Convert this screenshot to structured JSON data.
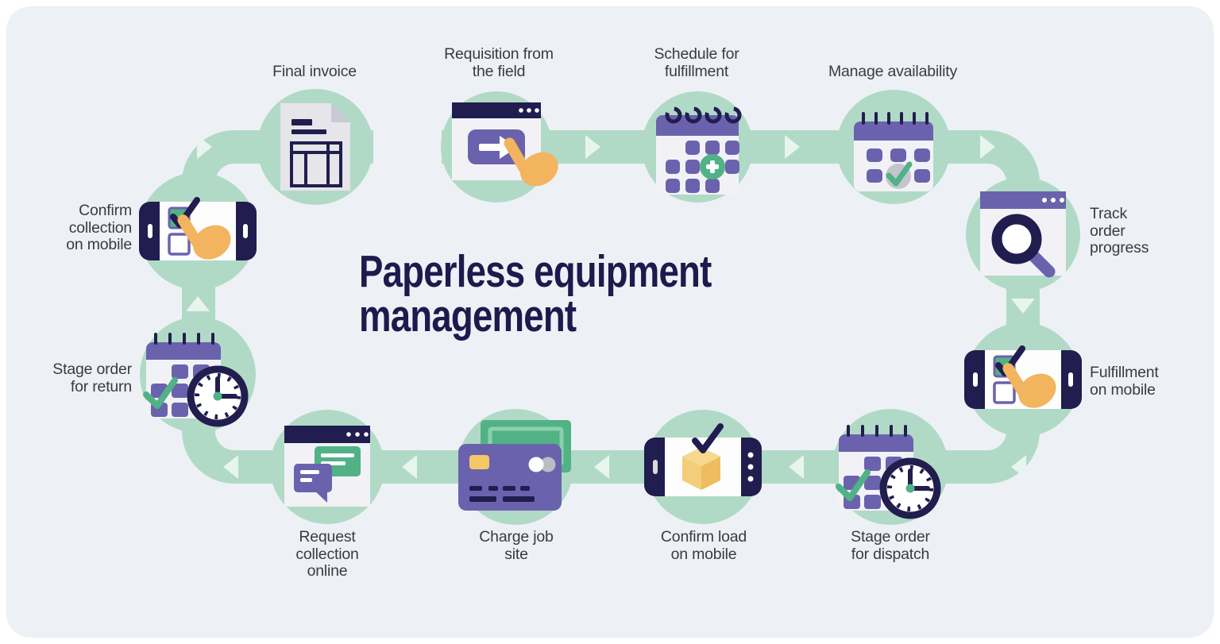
{
  "title": {
    "line1": "Paperless equipment",
    "line2": "management"
  },
  "steps": [
    {
      "id": "final-invoice",
      "label": "Final invoice",
      "icon": "invoice-document-icon"
    },
    {
      "id": "requisition",
      "label": "Requisition from\nthe field",
      "icon": "browser-submit-icon"
    },
    {
      "id": "schedule",
      "label": "Schedule for\nfulfillment",
      "icon": "calendar-plus-icon"
    },
    {
      "id": "manage-availability",
      "label": "Manage availability",
      "icon": "calendar-check-icon"
    },
    {
      "id": "track-order",
      "label": "Track\norder\nprogress",
      "icon": "browser-magnifier-icon"
    },
    {
      "id": "fulfillment-mobile",
      "label": "Fulfillment\non mobile",
      "icon": "phone-checkbox-icon"
    },
    {
      "id": "stage-dispatch",
      "label": "Stage order\nfor dispatch",
      "icon": "calendar-clock-icon"
    },
    {
      "id": "confirm-load",
      "label": "Confirm load\non mobile",
      "icon": "phone-package-icon"
    },
    {
      "id": "charge-job-site",
      "label": "Charge job\nsite",
      "icon": "credit-card-money-icon"
    },
    {
      "id": "request-collection",
      "label": "Request\ncollection\nonline",
      "icon": "browser-chat-icon"
    },
    {
      "id": "stage-return",
      "label": "Stage order\nfor return",
      "icon": "calendar-clock-icon"
    },
    {
      "id": "confirm-collection",
      "label": "Confirm\ncollection\non mobile",
      "icon": "phone-checkbox-icon"
    }
  ],
  "colors": {
    "background": "#edf1f5",
    "track_mint": "#b1dac6",
    "arrow": "#e8f4ee",
    "navy": "#211d4e",
    "purple": "#6b62ae",
    "green": "#50b286",
    "orange_hand": "#f2b45e",
    "yellow": "#f2c766",
    "gray": "#c5c5cd",
    "title_text": "#1e1a4d",
    "label_text": "#3a3a45"
  }
}
